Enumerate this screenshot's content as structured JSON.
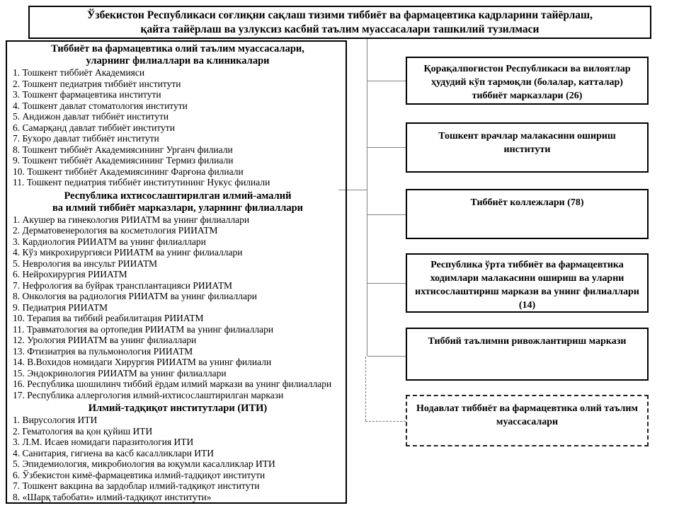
{
  "title": {
    "line1": "Ўзбекистон Республикаси соғлиқни сақлаш тизими тиббиёт ва фармацевтика кадрларини тайёрлаш,",
    "line2": "қайта тайёрлаш ва узлуксиз касбий таълим муассасалари ташкилий тузилмаси"
  },
  "left_panel": {
    "sections": [
      {
        "header_line1": "Тиббиёт ва фармацевтика олий таълим муассасалари,",
        "header_line2": "уларнинг филиаллари ва клиникалари",
        "items": [
          "1. Тошкент тиббиёт Академияси",
          "2. Тошкент педиатрия тиббиёт институти",
          "3. Тошкент фармацевтика институти",
          "4. Тошкент давлат стоматология институти",
          "5. Андижон давлат тиббиёт институти",
          "6. Самарқанд давлат тиббиёт институти",
          "7. Бухоро давлат тиббиёт институти",
          "8. Тошкент тиббиёт Академиясининг Урганч филиали",
          "9. Тошкент тиббиёт Академиясининг Термиз филиали",
          "10. Тошкент тиббиёт Академиясининг Фарғона филиали",
          "11. Тошкент педиатрия тиббиёт институтининг Нукус филиали"
        ]
      },
      {
        "header_line1": "Республика ихтисослаштирилган илмий-амалий",
        "header_line2": "ва илмий тиббиёт марказлари, уларнинг филиаллари",
        "items": [
          "1. Акушер ва гинекология РИИАТМ ва унинг филиаллари",
          "2. Дерматовенерология ва косметология РИИАТМ",
          "3. Кардиология РИИАТМ ва унинг филиаллари",
          "4. Кўз микрохирургияси РИИАТМ ва унинг филиаллари",
          "5. Неврология ва инсульт РИИАТМ",
          "6. Нейрохирургия РИИАТМ",
          "7. Нефрология ва буйрак трансплантацияси РИИАТМ",
          "8. Онкология ва радиология РИИАТМ ва унинг филиаллари",
          "9. Педиатрия РИИАТМ",
          "10. Терапия ва тиббий реабилитация РИИАТМ",
          "11. Травматология ва ортопедия РИИАТМ ва унинг филиаллари",
          "12. Урология РИИАТМ ва унинг филиаллари",
          "13. Фтизиатрия ва пульмонология РИИАТМ",
          "14. В.Вохидов номидаги Хирургия РИИАТМ ва унинг филиали",
          "15. Эндокринология РИИАТМ ва унинг филиаллари",
          "16. Республика шошилинч тиббий ёрдам илмий маркази ва унинг филиаллари",
          "17. Республика аллергология илмий-ихтисослаштирилган маркази"
        ]
      },
      {
        "header_line1": "Илмий-тадқиқот институтлари (ИТИ)",
        "header_line2": "",
        "items": [
          "1. Вирусология ИТИ",
          "2. Гематология ва қон қуйиш ИТИ",
          "3. Л.М. Исаев номидаги паразитология ИТИ",
          "4. Санитария, гигиена ва касб касалликлари ИТИ",
          "5. Эпидемиология, микробиология ва юқумли касалликлар ИТИ",
          "6. Ўзбекистон кимё-фармацевтика илмий-тадқиқот институти",
          "7. Тошкент вакцина ва зардоблар илмий-тадқиқот институти",
          "8. «Шарқ табобати» илмий-тадқиқот институти»"
        ]
      }
    ]
  },
  "right_boxes": [
    {
      "label": "Қорақалпоғистон Республикаси ва вилоятлар ҳудудий кўп тармоқли (болалар, катталар) тиббиёт марказлари (26)"
    },
    {
      "label": "Тошкент врачлар малакасини ошириш институти"
    },
    {
      "label": "Тиббиёт коллежлари (78)"
    },
    {
      "label": "Республика ўрта тиббиёт ва фармацевтика ходимлари малакасини ошириш ва уларни ихтисослаштириш маркази ва унинг филиаллари (14)"
    },
    {
      "label": "Тиббий таълимни ривожлантириш маркази"
    },
    {
      "label": "Нодавлат тиббиёт ва фармацевтика олий таълим муассасалари"
    }
  ],
  "colors": {
    "border": "#000000",
    "connector": "#828282",
    "background": "#ffffff"
  }
}
